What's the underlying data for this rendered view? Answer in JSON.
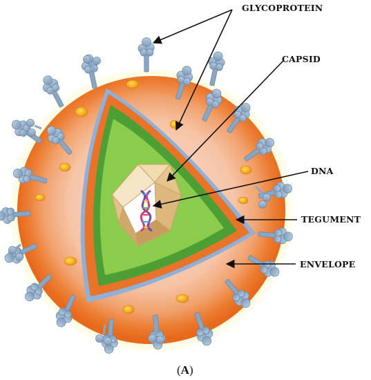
{
  "labels": {
    "glycoprotein": "GLYCOPROTEIN",
    "capsid": "CAPSID",
    "dna": "DNA",
    "tegument": "TEGUMENT",
    "envelope": "ENVELOPE"
  },
  "caption": {
    "open": "(",
    "letter": "A",
    "close": ")"
  },
  "colors": {
    "halo": "#fff8b0",
    "envelope_outer": "#f07a2a",
    "envelope_inner": "#f6c2a8",
    "tegument": "#e8742a",
    "capsid_membrane": "#8fb0d8",
    "capsid_outer_green": "#4e9e36",
    "capsid_inner_green": "#8ccc4c",
    "glycoprotein": "#8aa8c4",
    "glycoprotein_head": "#90aac8",
    "orange_particle": "#f5a623",
    "icosahedron": "#e8c88c",
    "arrow": "#111111"
  },
  "icons": {
    "glycoprotein": "glycoprotein-spike-icon",
    "dna": "dna-helix-icon",
    "particle": "orange-vesicle-icon"
  }
}
